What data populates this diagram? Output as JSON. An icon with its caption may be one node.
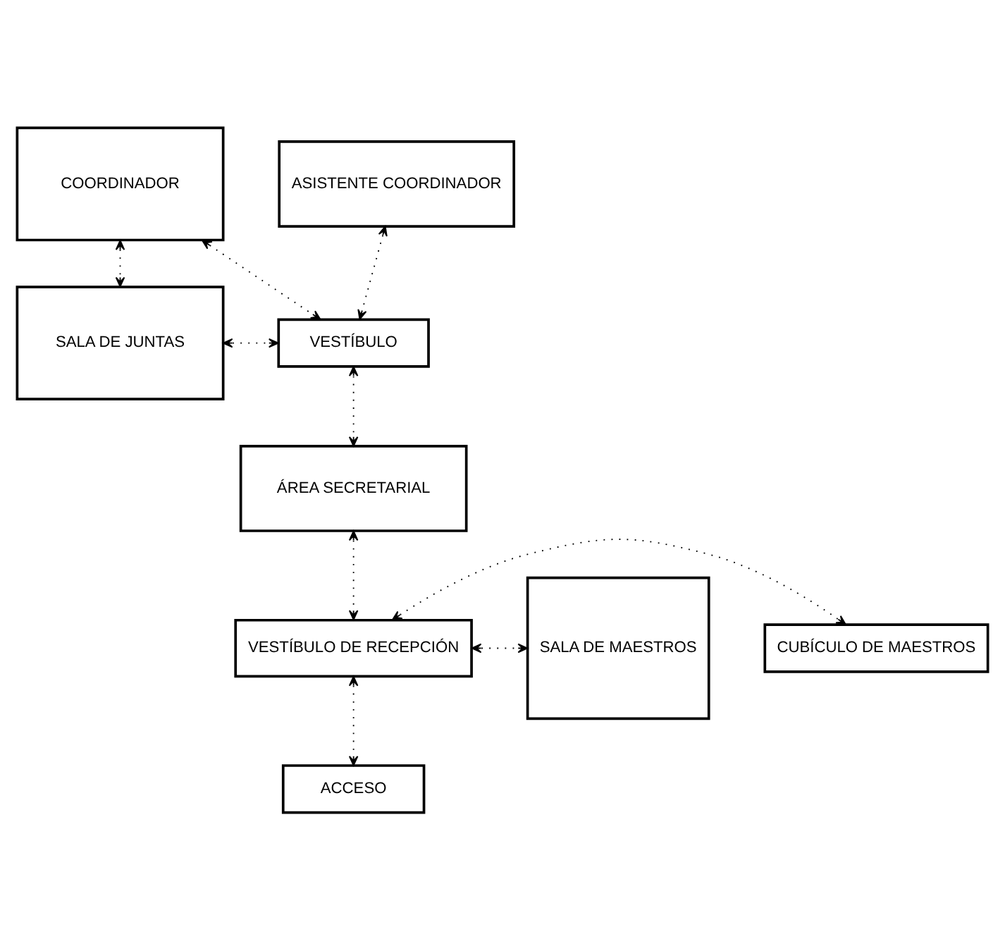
{
  "diagram": {
    "nodes": [
      {
        "text": [
          "COORDINADOR"
        ]
      },
      {
        "text": [
          "ASISTENTE COORDINADOR"
        ]
      },
      {
        "text": [
          "SALA DE JUNTAS"
        ]
      },
      {
        "text": [
          "VESTÍBULO"
        ]
      },
      {
        "text": [
          "ÁREA SECRETARIAL"
        ]
      },
      {
        "text": [
          "CUBÍCULO DE MAESTROS"
        ]
      },
      {
        "text": [
          "VESTÍBULO DE RECEPCIÓN"
        ]
      },
      {
        "text": [
          "SALA DE MAESTROS"
        ]
      },
      {
        "text": [
          "ACCESO"
        ]
      }
    ],
    "edges": [
      {
        "from": 0,
        "to": 3,
        "arrow": "both"
      },
      {
        "from": 1,
        "to": 3,
        "arrow": "both"
      },
      {
        "from": 0,
        "to": 2,
        "arrow": "both"
      },
      {
        "from": 2,
        "to": 3,
        "arrow": "both"
      },
      {
        "from": 3,
        "to": 4,
        "arrow": "both"
      },
      {
        "from": 4,
        "to": 6,
        "arrow": "both"
      },
      {
        "from": 6,
        "to": 5,
        "arrow": "both"
      },
      {
        "from": 6,
        "to": 7,
        "arrow": "both"
      },
      {
        "from": 6,
        "to": 8,
        "arrow": "both"
      }
    ]
  }
}
